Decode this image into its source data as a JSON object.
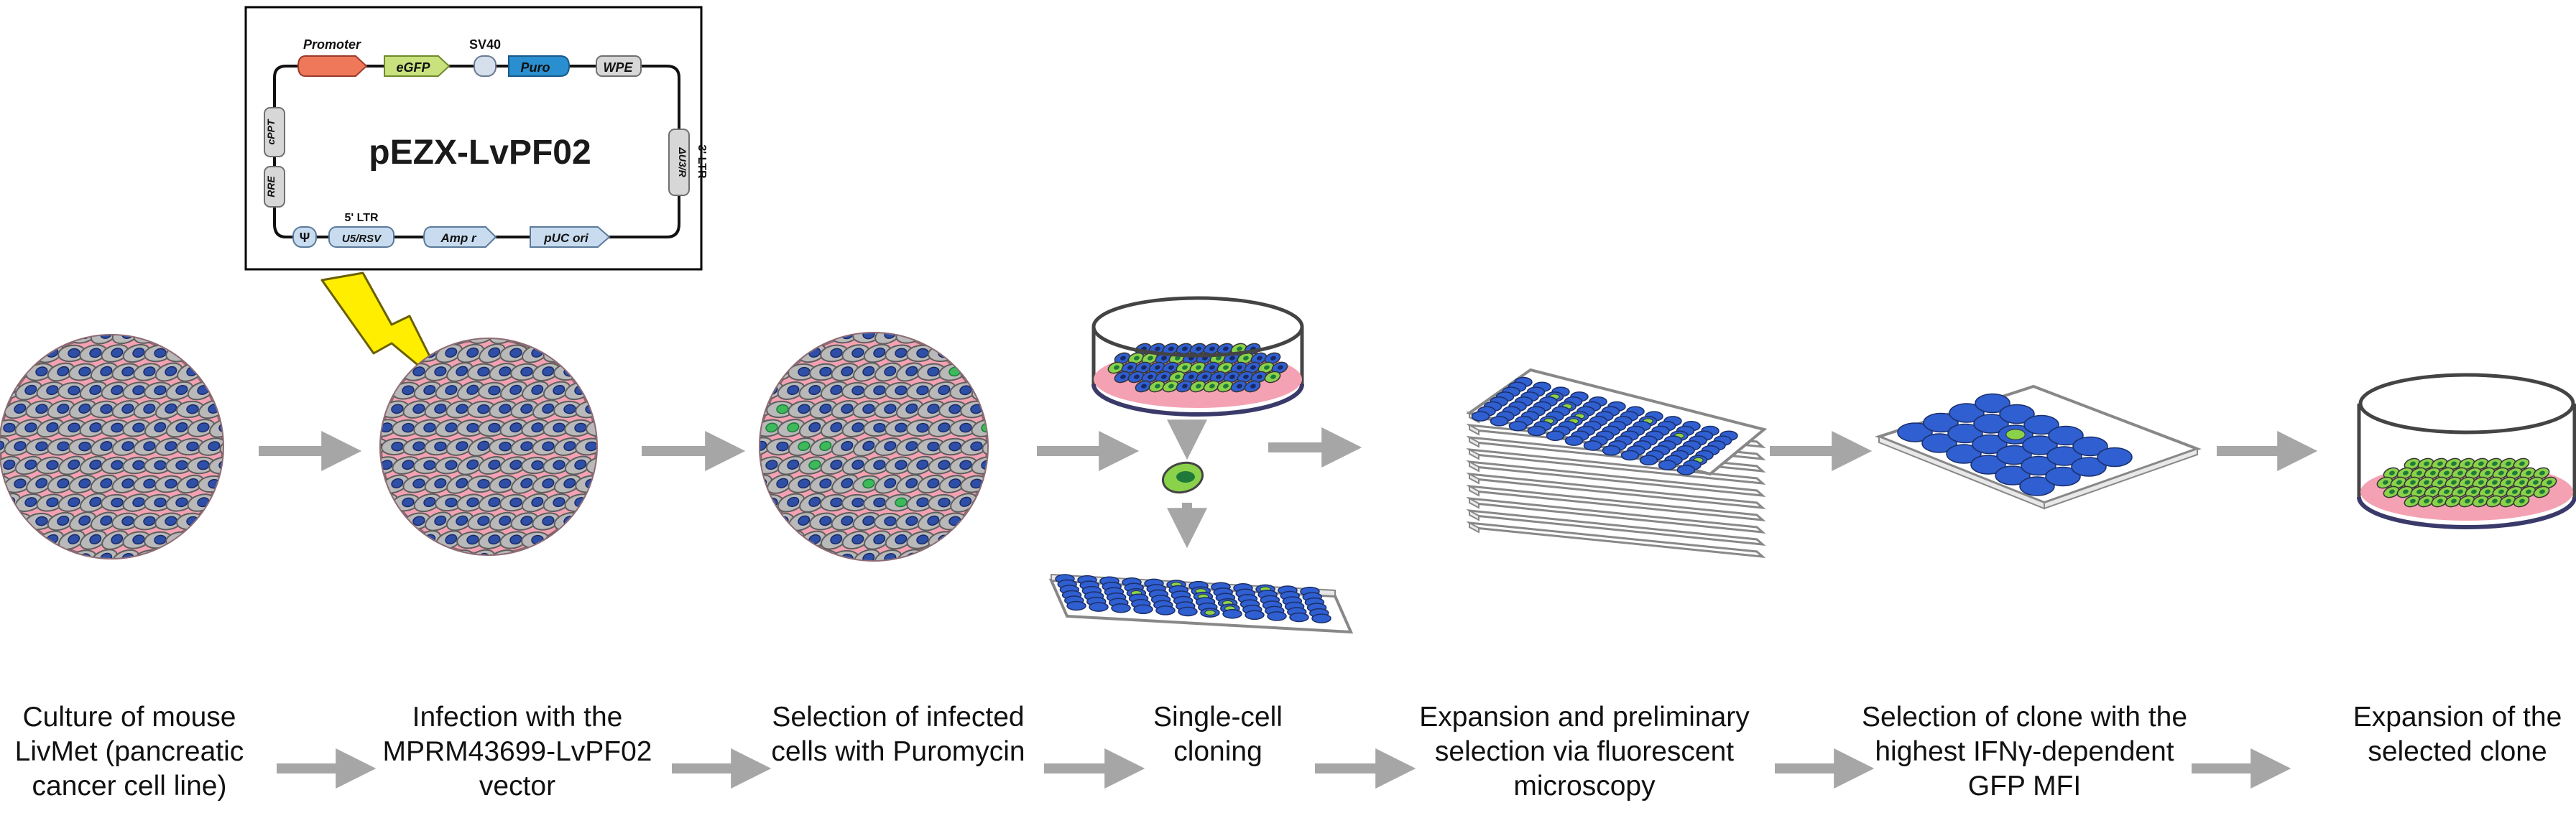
{
  "plasmid": {
    "title": "pEZX-LvPF02",
    "features_top": [
      "Promoter",
      "eGFP",
      "SV40",
      "Puro",
      "WPE"
    ],
    "features_left": [
      "cPPT",
      "RRE"
    ],
    "features_right_label": "3' LTR",
    "features_right": "ΔU3/R",
    "features_bottom": [
      "Ψ",
      "5' LTR",
      "U5/RSV",
      "Amp r",
      "pUC ori"
    ]
  },
  "steps": [
    {
      "id": "culture",
      "caption": [
        "Culture of mouse",
        "LivMet (pancreatic",
        "cancer cell line)"
      ]
    },
    {
      "id": "infection",
      "caption": [
        "Infection with the",
        "MPRM43699-LvPF02",
        "vector"
      ]
    },
    {
      "id": "selection",
      "caption": [
        "Selection of infected",
        "cells with Puromycin"
      ]
    },
    {
      "id": "single-cell",
      "caption": [
        "Single-cell",
        "cloning"
      ]
    },
    {
      "id": "expansion-prelim",
      "caption": [
        "Expansion and preliminary",
        "selection via fluorescent",
        "microscopy"
      ]
    },
    {
      "id": "clone-selection",
      "caption": [
        "Selection of clone with the",
        "highest IFNγ-dependent",
        "GFP MFI"
      ]
    },
    {
      "id": "expansion-final",
      "caption": [
        "Expansion of the",
        "selected clone"
      ]
    }
  ],
  "colors": {
    "dish_pink": "#f4a2b3",
    "cell_gray": "#b9b9b9",
    "nucleus_blue": "#2f4fa6",
    "gfp_green": "#8ad24a",
    "plate_blue": "#2f5fd0",
    "arrow_gray": "#a6a6a6",
    "bolt_yellow": "#ffee00"
  }
}
